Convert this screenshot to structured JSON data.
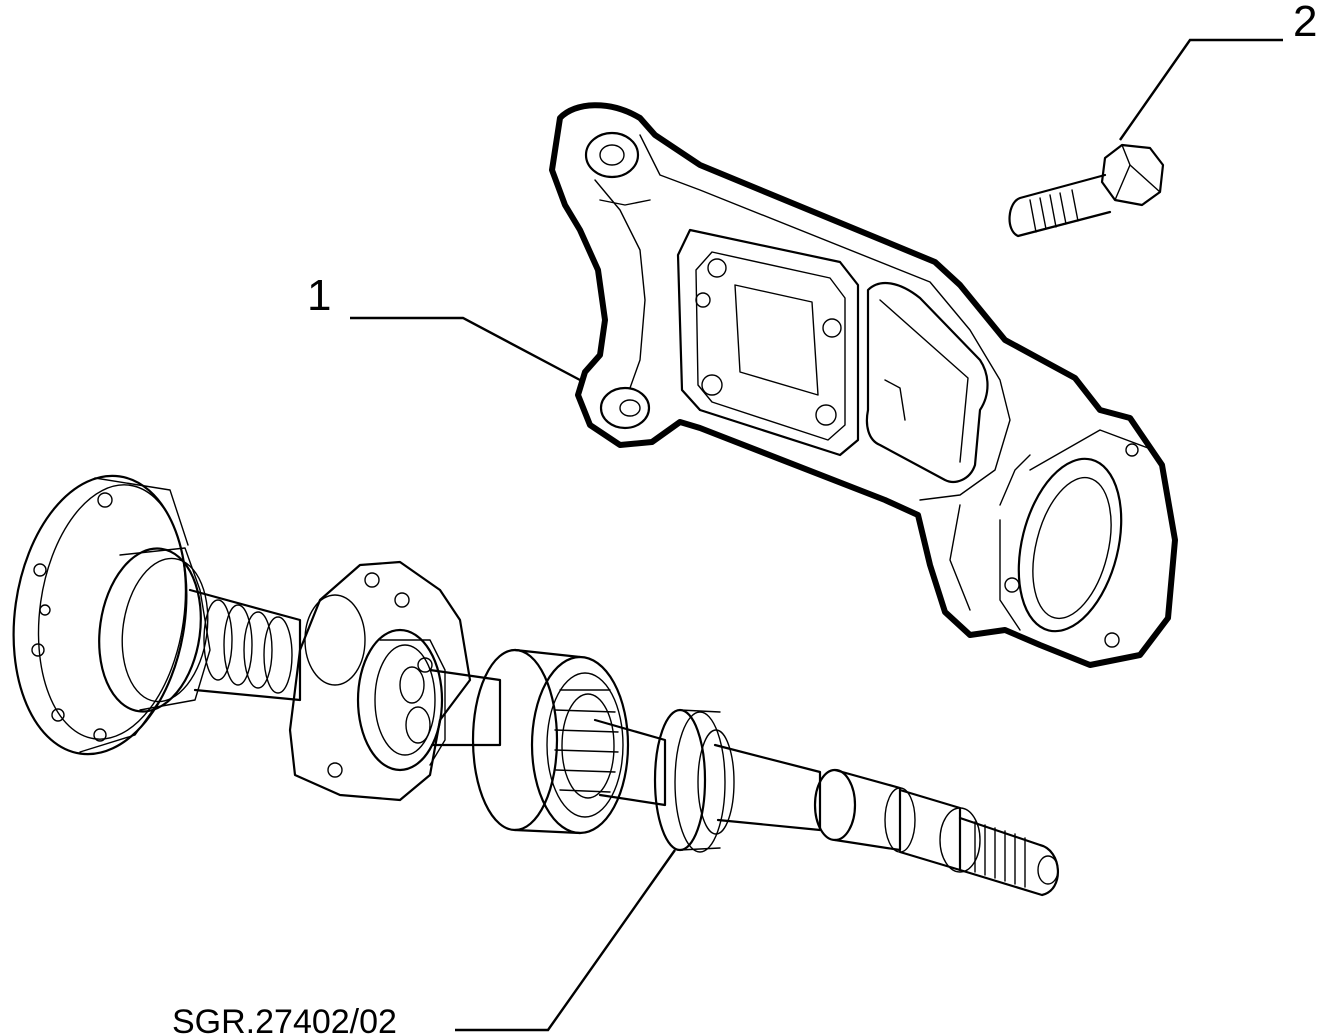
{
  "diagram": {
    "callouts": [
      {
        "id": "1",
        "label": "1"
      },
      {
        "id": "2",
        "label": "2"
      }
    ],
    "reference_code": "SGR.27402/02"
  }
}
